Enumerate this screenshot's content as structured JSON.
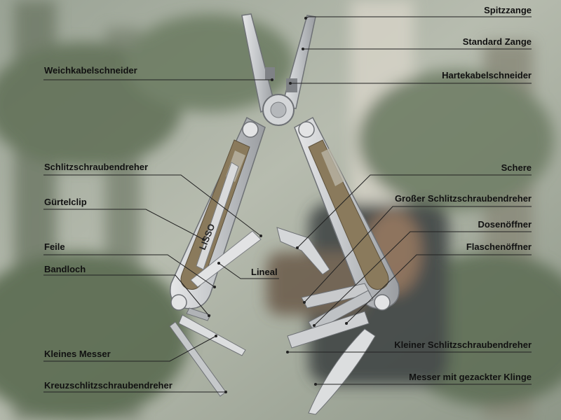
{
  "labels": {
    "spitzzange": "Spitzzange",
    "standard_zange": "Standard Zange",
    "weichkabelschneider": "Weichkabelschneider",
    "hartekabelschneider": "Hartekabelschneider",
    "schlitzschraubendreher": "Schlitzschraubendreher",
    "schere": "Schere",
    "guertelclip": "Gürtelclip",
    "grosser_schlitzschraubendreher": "Großer Schlitzschraubendreher",
    "dosenoeffner": "Dosenöffner",
    "feile": "Feile",
    "flaschenoeffner": "Flaschenöffner",
    "bandloch": "Bandloch",
    "lineal": "Lineal",
    "kleines_messer": "Kleines Messer",
    "kleiner_schlitzschraubendreher": "Kleiner Schlitzschraubendreher",
    "kreuzschlitzschraubendreher": "Kreuzschlitzschraubendreher",
    "messer_gezackt": "Messer mit gezackter Klinge"
  },
  "brand_logo_text": "LISSO",
  "colors": {
    "label_text": "#111111",
    "leader_line": "#222222",
    "steel": "#c9cbcd",
    "steel_dark": "#8e9194",
    "handle_insert": "#8a7a5c"
  }
}
